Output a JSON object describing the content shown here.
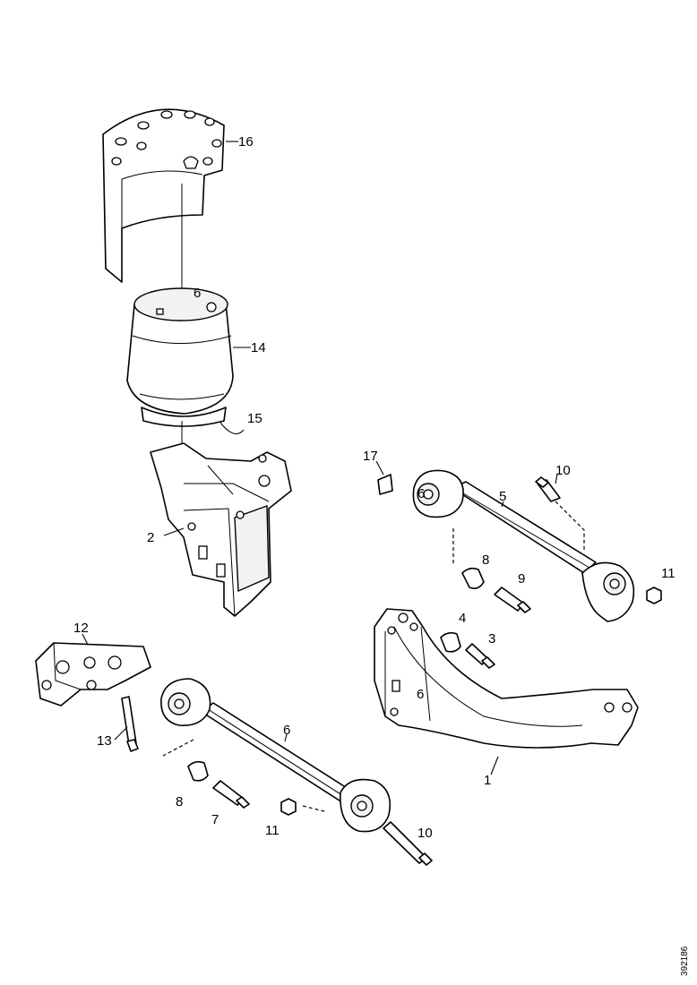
{
  "callouts": {
    "p1": "1",
    "p2": "2",
    "p3": "3",
    "p4": "4",
    "p5": "5",
    "p6a": "6",
    "p6b": "6",
    "p6c": "6",
    "p7": "7",
    "p8a": "8",
    "p8b": "8",
    "p9": "9",
    "p10a": "10",
    "p10b": "10",
    "p11a": "11",
    "p11b": "11",
    "p12": "12",
    "p13": "13",
    "p14": "14",
    "p15": "15",
    "p16": "16",
    "p17": "17"
  },
  "document_number": "392186"
}
